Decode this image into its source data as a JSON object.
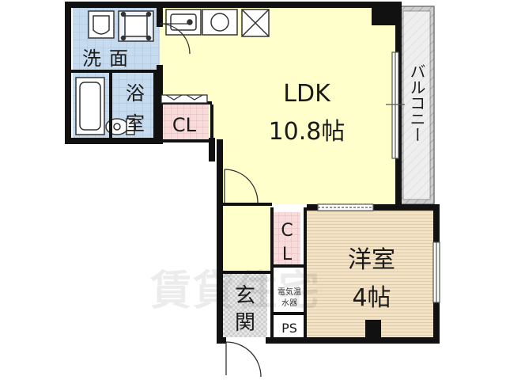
{
  "rooms": {
    "ldk": {
      "name": "LDK",
      "size": "10.8帖"
    },
    "western": {
      "name": "洋室",
      "size": "4帖"
    },
    "washroom": {
      "chars": [
        "洗",
        "面"
      ]
    },
    "bathroom": {
      "chars": [
        "浴",
        "室"
      ]
    },
    "entrance": {
      "chars": [
        "玄",
        "関"
      ]
    },
    "closet_main": {
      "label": "CL"
    },
    "closet_vertical": {
      "chars": [
        "C",
        "L"
      ]
    },
    "water_heater": {
      "lines": [
        "電気温",
        "水器"
      ]
    },
    "pipe_space": {
      "label": "PS"
    },
    "balcony": {
      "label": "バルコニー"
    }
  },
  "watermark": "賃貸住宅",
  "colors": {
    "ldk_floor": "#ffffcc",
    "western_floor": "#f3e2c4",
    "tile": "#c6dbee",
    "closet": "#f5d7d7",
    "balcony": "#cfcfcf",
    "entrance": "#d9d9d9",
    "wall": "#111111"
  }
}
